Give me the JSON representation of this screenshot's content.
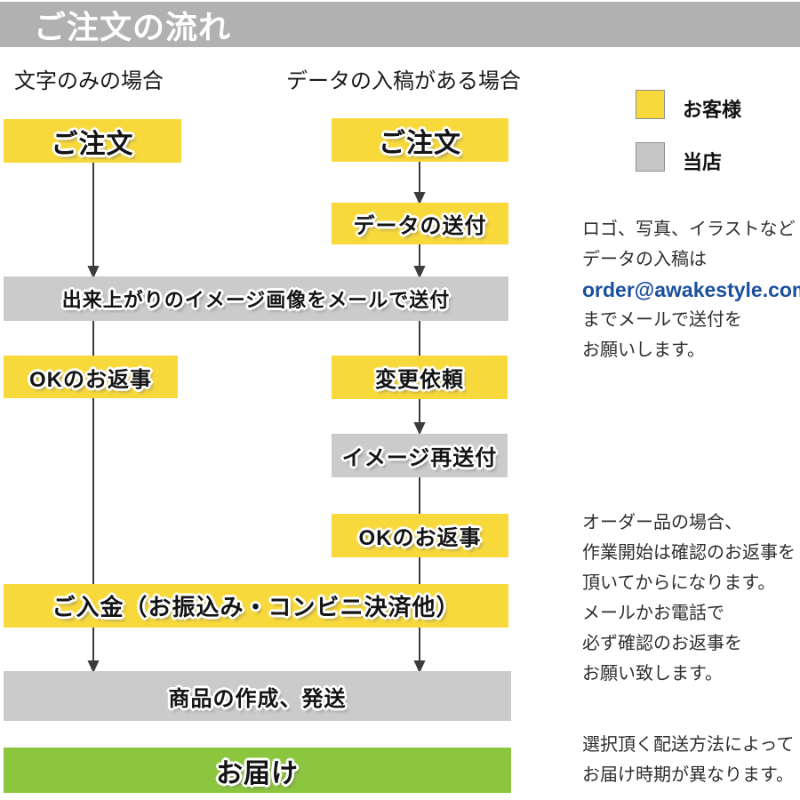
{
  "header": {
    "title": "ご注文の流れ"
  },
  "columns": {
    "left_label": "文字のみの場合",
    "right_label": "データの入稿がある場合"
  },
  "legend": {
    "customer": {
      "label": "お客様",
      "color": "#f7d93c"
    },
    "shop": {
      "label": "当店",
      "color": "#c6c6c6"
    }
  },
  "flow": {
    "order_left": {
      "label": "ご注文",
      "actor": "customer"
    },
    "order_right": {
      "label": "ご注文",
      "actor": "customer"
    },
    "data_send": {
      "label": "データの送付",
      "actor": "customer"
    },
    "image_send": {
      "label": "出来上がりのイメージ画像をメールで送付",
      "actor": "shop"
    },
    "ok_left": {
      "label": "OKのお返事",
      "actor": "customer"
    },
    "change_request": {
      "label": "変更依頼",
      "actor": "customer"
    },
    "image_resend": {
      "label": "イメージ再送付",
      "actor": "shop"
    },
    "ok_right": {
      "label": "OKのお返事",
      "actor": "customer"
    },
    "payment": {
      "label": "ご入金（お振込み・コンビニ決済他）",
      "actor": "customer"
    },
    "production": {
      "label": "商品の作成、発送",
      "actor": "shop"
    },
    "delivery": {
      "label": "お届け",
      "actor": "delivery"
    }
  },
  "notes": {
    "data_submission": {
      "line1": "ロゴ、写真、イラストなど",
      "line2": "データの入稿は",
      "email": "order@awakestyle.com",
      "line3": "までメールで送付を",
      "line4": "お願いします。"
    },
    "confirmation": {
      "line1": "オーダー品の場合、",
      "line2": "作業開始は確認のお返事を",
      "line3": "頂いてからになります。",
      "line4": "メールかお電話で",
      "line5": "必ず確認のお返事を",
      "line6": "お願い致します。"
    },
    "delivery_note": {
      "line1": "選択頂く配送方法によって",
      "line2": "お届け時期が異なります。"
    }
  },
  "colors": {
    "customer_yellow": "#f7d93c",
    "shop_gray": "#cbcbcb",
    "header_gray": "#b1b1b1",
    "delivery_green": "#8cc63f",
    "email_blue": "#1b4f9e",
    "connector": "#3c3c3c"
  }
}
